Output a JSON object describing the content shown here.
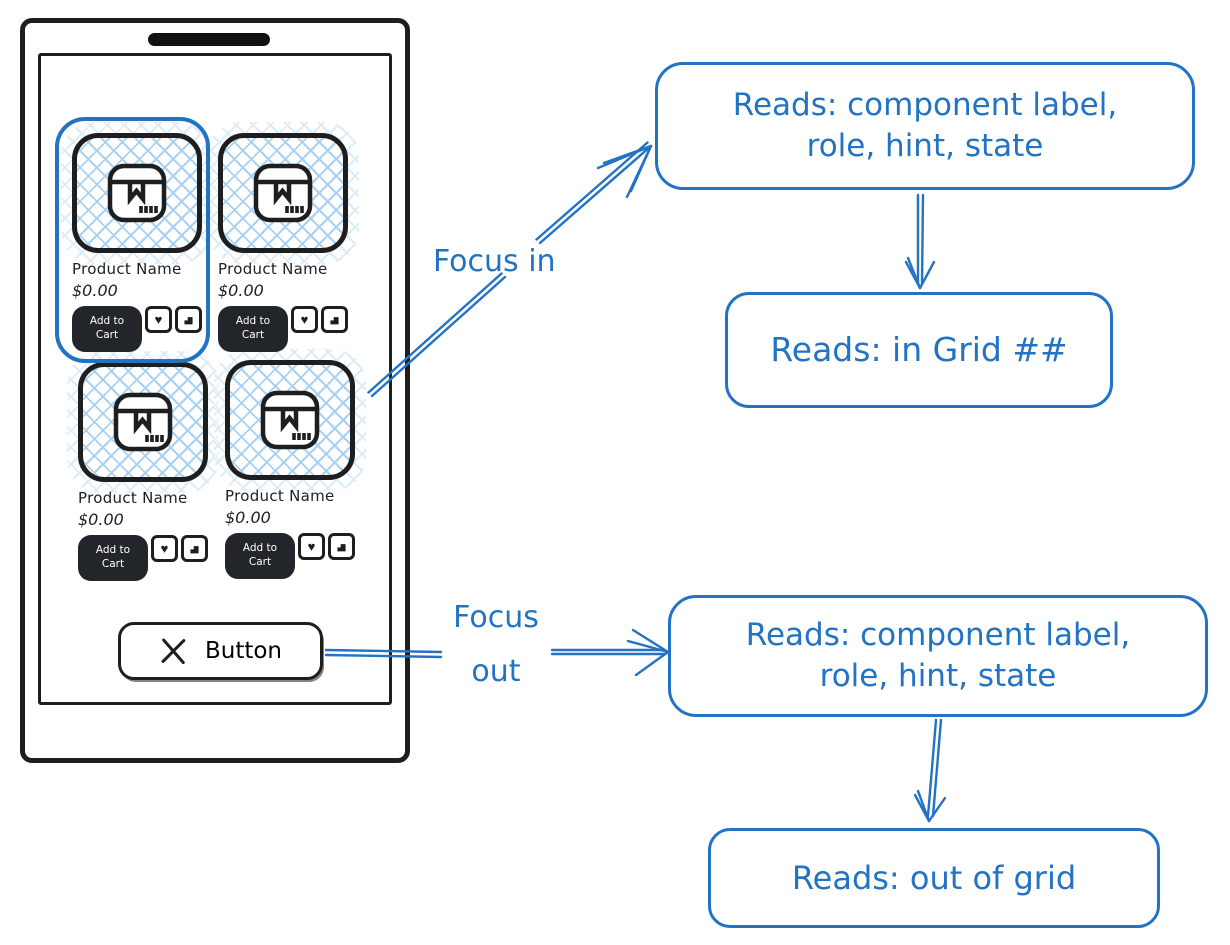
{
  "colors": {
    "ink": "#1e1e1e",
    "accent_blue": "#2273c4",
    "hatch_blue": "#a9d1f2",
    "button_dark": "#22262b"
  },
  "phone": {
    "products": [
      {
        "name": "Product Name",
        "price": "$0.00",
        "cart_label": "Add to Cart",
        "focused": true
      },
      {
        "name": "Product Name",
        "price": "$0.00",
        "cart_label": "Add to Cart",
        "focused": false
      },
      {
        "name": "Product Name",
        "price": "$0.00",
        "cart_label": "Add to Cart",
        "focused": false
      },
      {
        "name": "Product Name",
        "price": "$0.00",
        "cart_label": "Add to Cart",
        "focused": false
      }
    ],
    "close_button_label": "Button"
  },
  "flow": {
    "focus_in_label": "Focus in",
    "focus_out_line1": "Focus",
    "focus_out_line2": "out",
    "boxes": {
      "top_read": {
        "line1": "Reads: component label,",
        "line2": "role, hint, state"
      },
      "in_grid": {
        "text": "Reads: in Grid ##"
      },
      "bottom_read": {
        "line1": "Reads: component label,",
        "line2": "role, hint, state"
      },
      "out_grid": {
        "text": "Reads: out of grid"
      }
    }
  }
}
